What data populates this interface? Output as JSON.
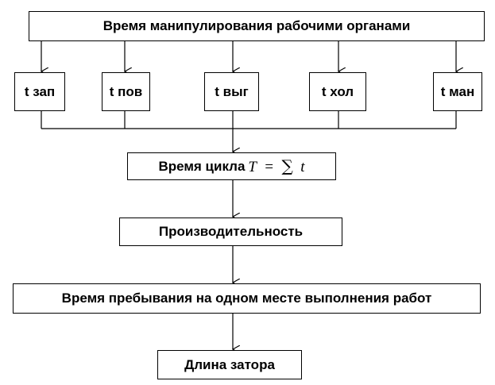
{
  "diagram": {
    "top_box": "Время манипулирования рабочими органами",
    "components": [
      "t зап",
      "t пов",
      "t выг",
      "t хол",
      "t ман"
    ],
    "cycle_box": {
      "label": "Время цикла",
      "formula_lhs": "T",
      "formula_eq": "=",
      "formula_sum": "∑",
      "formula_rhs": "t"
    },
    "productivity_box": "Производительность",
    "stay_time_box": "Время пребывания на одном месте выполнения работ",
    "jam_length_box": "Длина затора"
  }
}
